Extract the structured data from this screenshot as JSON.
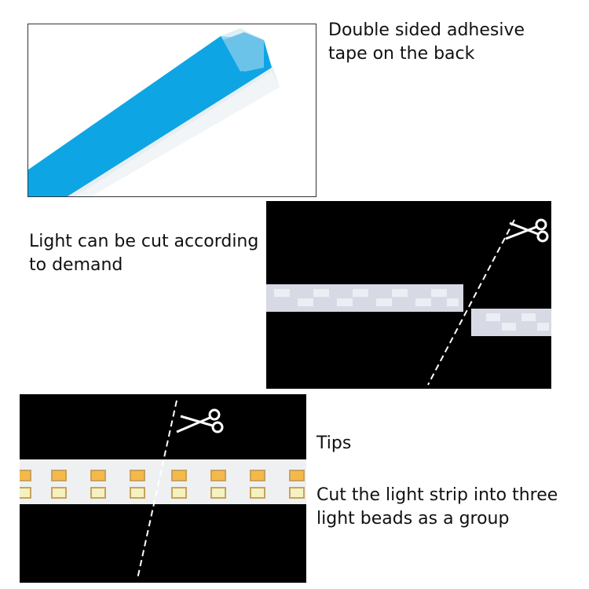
{
  "section1": {
    "caption_line1": "Double sided adhesive",
    "caption_line2": "tape on the back"
  },
  "section2": {
    "caption_line1": "Light can be cut according",
    "caption_line2": "to demand"
  },
  "section3": {
    "tips_heading": "Tips",
    "caption_line1": "Cut the light strip into three",
    "caption_line2": "light beads as a group"
  },
  "colors": {
    "tape_blue": "#0ea5e4",
    "led_warm": "#f5b94a",
    "led_cool": "#f4f2c0",
    "panel_black": "#000000"
  },
  "icons": [
    "scissors-icon",
    "scissors-icon"
  ]
}
